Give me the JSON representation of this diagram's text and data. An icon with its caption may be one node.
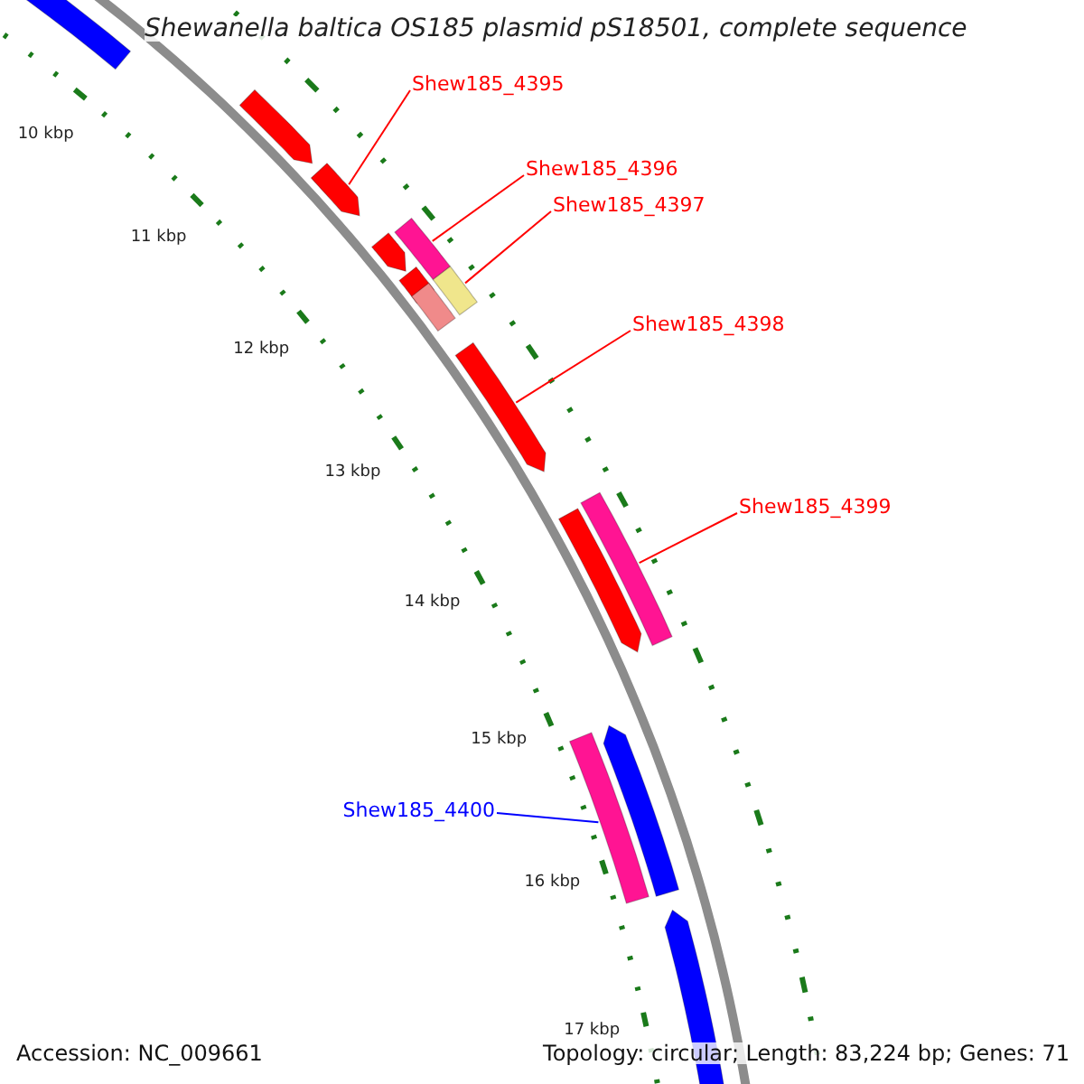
{
  "diagram": {
    "title": "Shewanella baltica OS185 plasmid pS18501, complete sequence",
    "nodes": [
      {
        "text": [
          "Shew185_4395"
        ]
      },
      {
        "text": [
          "Shew185_4396"
        ]
      },
      {
        "text": [
          "Shew185_4397"
        ]
      },
      {
        "text": [
          "Shew185_4398"
        ]
      },
      {
        "text": [
          "Shew185_4399"
        ]
      },
      {
        "text": [
          "Shew185_4400"
        ]
      },
      {
        "text": [],
        "shape": "bar"
      },
      {
        "text": [],
        "shape": "bar"
      },
      {
        "text": [],
        "shape": "bar"
      },
      {
        "text": [],
        "shape": "bar"
      },
      {
        "text": [],
        "shape": "bar"
      },
      {
        "text": [],
        "shape": "bar"
      },
      {
        "text": [],
        "shape": "bar"
      },
      {
        "text": [],
        "shape": "bar"
      },
      {
        "text": [],
        "shape": "bar"
      },
      {
        "text": [],
        "shape": "bar"
      },
      {
        "text": [],
        "shape": "bar"
      },
      {
        "text": [],
        "shape": "bar"
      },
      {
        "text": [],
        "shape": "bar"
      },
      {
        "text": [],
        "shape": "bar"
      }
    ],
    "edges": [
      {
        "from": 0,
        "to": 6,
        "arrow": "none"
      },
      {
        "from": 1,
        "to": 7,
        "arrow": "none"
      },
      {
        "from": 2,
        "to": 8,
        "arrow": "none"
      },
      {
        "from": 3,
        "to": 9,
        "arrow": "none"
      },
      {
        "from": 4,
        "to": 10,
        "arrow": "none"
      },
      {
        "from": 5,
        "to": 11,
        "arrow": "none",
        "color": "#0000ff"
      }
    ],
    "labels": [
      "10 kbp",
      "11 kbp",
      "12 kbp",
      "13 kbp",
      "14 kbp",
      "15 kbp",
      "16 kbp",
      "17 kbp",
      "Accession: NC_009661",
      "Topology: circular; Length: 83,224 bp; Genes: 71"
    ]
  }
}
